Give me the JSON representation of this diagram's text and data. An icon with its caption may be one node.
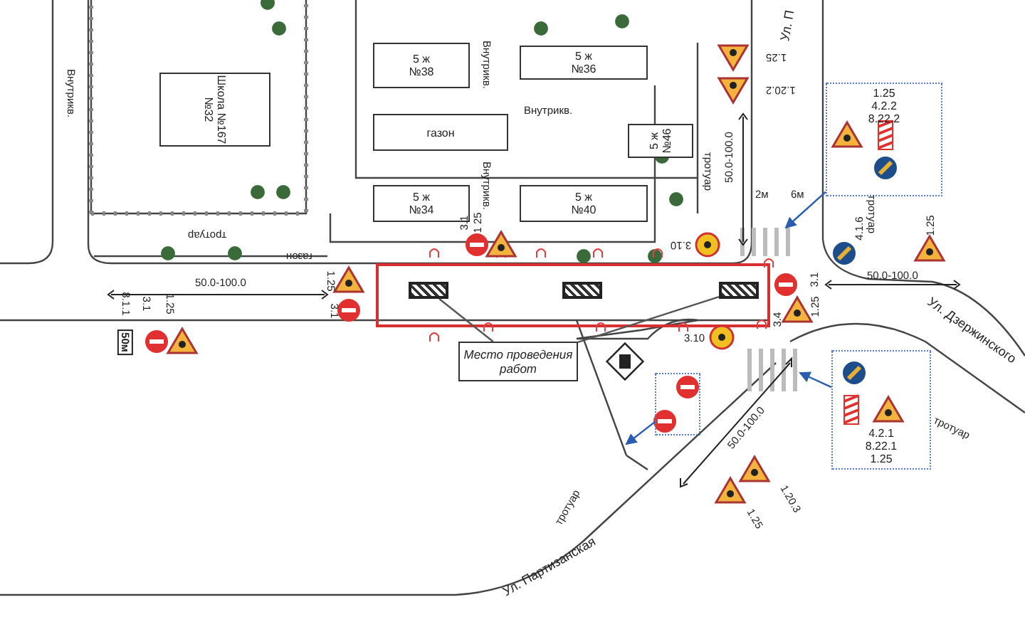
{
  "diagram": {
    "nodes": [
      {
        "text": [
          "Школа №167",
          "№32"
        ]
      },
      {
        "text": [
          "5 ж",
          "№38"
        ]
      },
      {
        "text": [
          "5 ж",
          "№36"
        ]
      },
      {
        "text": [
          "газон"
        ]
      },
      {
        "text": [
          "5 ж",
          "№46"
        ]
      },
      {
        "text": [
          "5 ж",
          "№34"
        ]
      },
      {
        "text": [
          "5 ж",
          "№40"
        ]
      },
      {
        "text": [
          "1.25",
          "4.2.2",
          "8.22.2"
        ]
      },
      {
        "text": [
          "4.2.1",
          "8.22.1",
          "1.25"
        ]
      },
      {
        "text": [],
        "shape": "box"
      },
      {
        "text": [],
        "shape": "box"
      },
      {
        "text": [],
        "shape": "box"
      },
      {
        "text": [
          "Место проведения работ"
        ]
      },
      {
        "text": [],
        "shape": "box"
      }
    ],
    "edges": [
      {
        "from": 12,
        "to": 9,
        "arrow": "none",
        "color": "#555555"
      },
      {
        "from": 12,
        "to": 11,
        "arrow": "none",
        "color": "#555555"
      },
      {
        "from": 7,
        "to": null,
        "arrow": "to"
      },
      {
        "from": 8,
        "to": null,
        "arrow": "to"
      },
      {
        "from": 13,
        "to": null,
        "arrow": "to"
      }
    ],
    "labels": [
      "Внутрикв.",
      "тротуар",
      "газон",
      "Внутрикв.",
      "Внутрикв.",
      "Внутрикв.",
      "тротуар",
      "тротуар",
      "тротуар",
      "тротуар",
      "2м",
      "6м",
      "50.0-100.0",
      "50.0-100.0",
      "50.0-100.0",
      "50.0-100.0",
      "8.1.1",
      "3.1",
      "1.25",
      "50м",
      "1.25",
      "3.1",
      "1 25",
      "3.1",
      "1.25",
      "1.20.2",
      "4.1.6",
      "1.25",
      "3.10",
      "3.1",
      "1.25",
      "3.4",
      "3.10",
      "1.20.3",
      "1.25",
      "Ул. П",
      "Ул. Дзержинского",
      "Ул. Партизанская"
    ]
  }
}
